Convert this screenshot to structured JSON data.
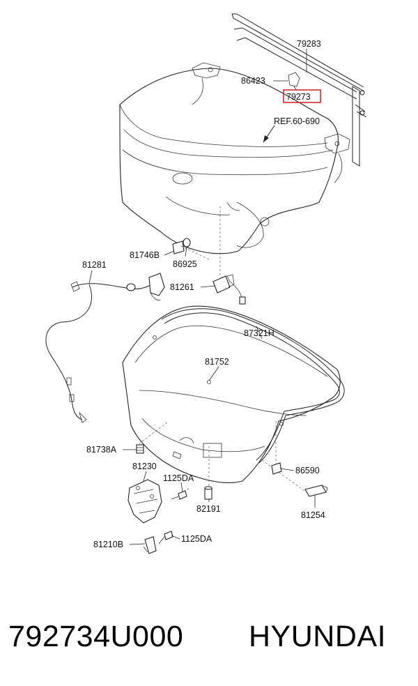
{
  "labels": {
    "l79283": "79283",
    "l86423": "86423",
    "l79273": "79273",
    "ref": "REF.60-690",
    "l81746b": "81746B",
    "l86925": "86925",
    "l81281": "81281",
    "l81261": "81261",
    "l87321h": "87321H",
    "l81752": "81752",
    "l81738a": "81738A",
    "l86590": "86590",
    "l81230": "81230",
    "l1125da_a": "1125DA",
    "l82191": "82191",
    "l81254": "81254",
    "l81210b": "81210B",
    "l1125da_b": "1125DA"
  },
  "highlight_color": "#d42a2a",
  "footer": {
    "part_number": "792734U000",
    "brand": "HYUNDAI"
  }
}
